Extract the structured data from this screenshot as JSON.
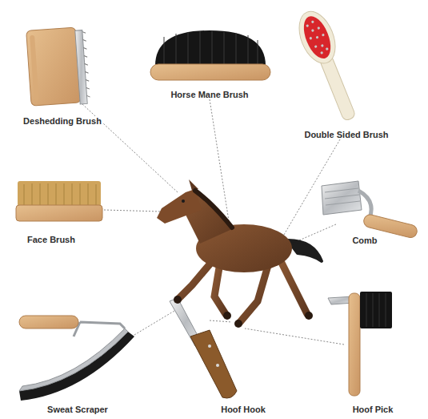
{
  "diagram": {
    "labels": [
      "Deshedding Brush",
      "Horse Mane Brush",
      "Double Sided Brush",
      "Face Brush",
      "Comb",
      "Sweat Scraper",
      "Hoof Hook",
      "Hoof Pick"
    ]
  }
}
